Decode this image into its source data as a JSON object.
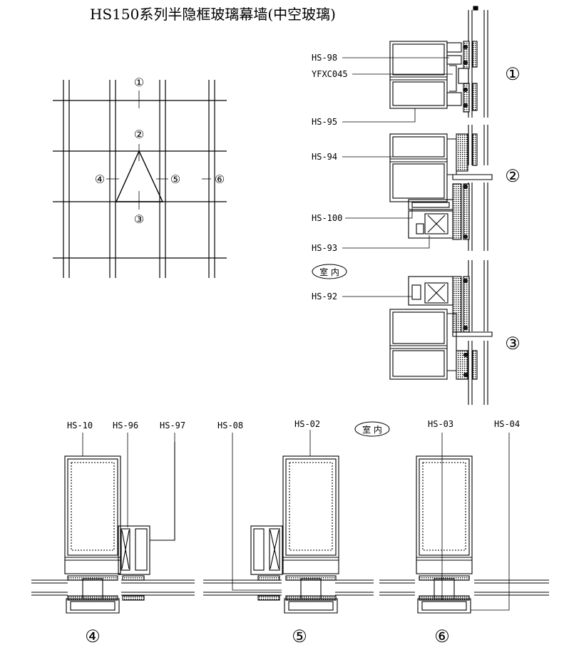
{
  "title": "HS150系列半隐框玻璃幕墙(中空玻璃)",
  "room_label": "室 内",
  "grid_markers": [
    "①",
    "②",
    "③",
    "④",
    "⑤",
    "⑥"
  ],
  "vertical_labels": [
    "HS-98",
    "YFXC045",
    "HS-95",
    "HS-94",
    "HS-100",
    "HS-93",
    "HS-92"
  ],
  "section_numbers_right": [
    "①",
    "②",
    "③"
  ],
  "horizontal_labels": [
    "HS-10",
    "HS-96",
    "HS-97",
    "HS-08",
    "HS-02",
    "HS-03",
    "HS-04"
  ],
  "section_numbers_bottom": [
    "④",
    "⑤",
    "⑥"
  ],
  "colors": {
    "line": "#000000",
    "gasket": "#1a1a1a",
    "background": "#ffffff"
  }
}
